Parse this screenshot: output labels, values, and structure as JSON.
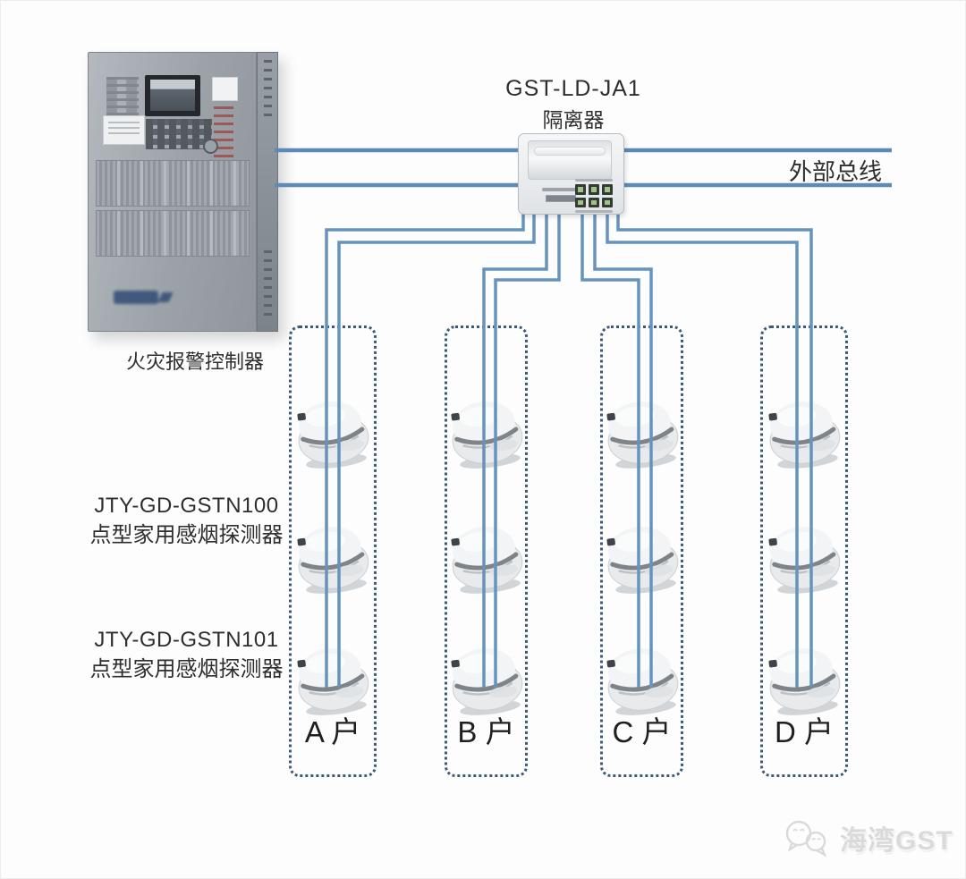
{
  "diagram": {
    "controller": {
      "label": "火灾报警控制器"
    },
    "isolator": {
      "model": "GST-LD-JA1",
      "name": "隔离器"
    },
    "bus": {
      "label": "外部总线"
    },
    "detector_models": [
      {
        "model": "JTY-GD-GSTN100",
        "desc": "点型家用感烟探测器"
      },
      {
        "model": "JTY-GD-GSTN101",
        "desc": "点型家用感烟探测器"
      }
    ],
    "households": [
      {
        "label": "A 户",
        "detectors": 3
      },
      {
        "label": "B 户",
        "detectors": 3
      },
      {
        "label": "C 户",
        "detectors": 3
      },
      {
        "label": "D 户",
        "detectors": 3
      }
    ],
    "watermark": {
      "text": "海湾GST"
    },
    "colors": {
      "wire": "#6593bd",
      "bus": "#5d8ab6",
      "box_border": "#3c5a77"
    }
  }
}
